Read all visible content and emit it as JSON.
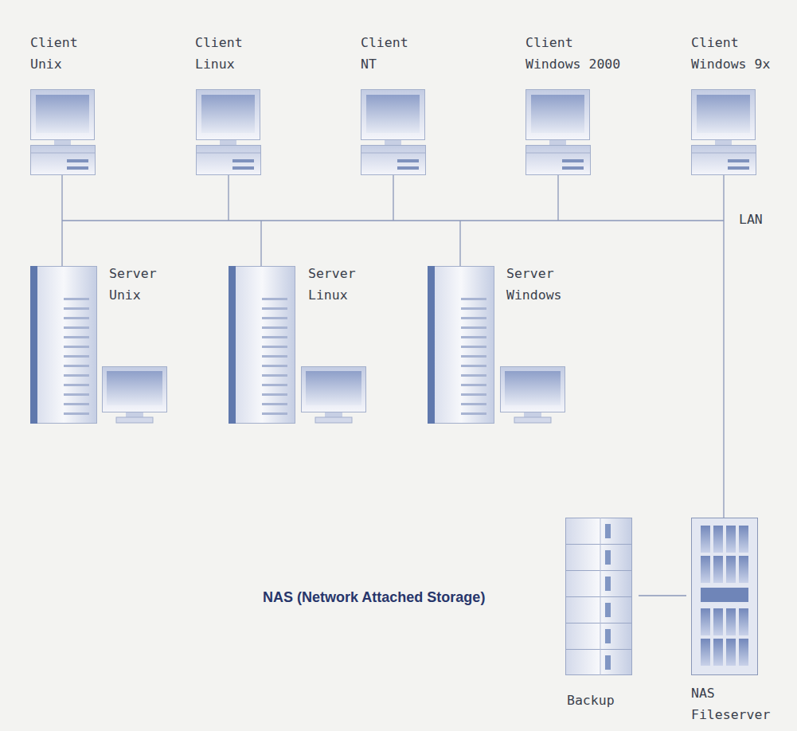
{
  "diagram": {
    "nodes": [
      {
        "text": [
          "Client Unix"
        ]
      },
      {
        "text": [
          "Client Linux"
        ]
      },
      {
        "text": [
          "Client NT"
        ]
      },
      {
        "text": [
          "Client Windows 2000"
        ]
      },
      {
        "text": [
          "Client Windows 9x"
        ]
      },
      {
        "text": [
          "Server Unix"
        ]
      },
      {
        "text": [
          "Server Linux"
        ]
      },
      {
        "text": [
          "Server Windows"
        ]
      },
      {
        "text": [
          "Backup"
        ]
      },
      {
        "text": [
          "NAS Fileserver"
        ]
      }
    ],
    "edges": [
      {
        "from": 8,
        "to": 9,
        "arrow": "none"
      }
    ],
    "labels": [
      "LAN",
      "NAS (Network Attached Storage)"
    ]
  }
}
